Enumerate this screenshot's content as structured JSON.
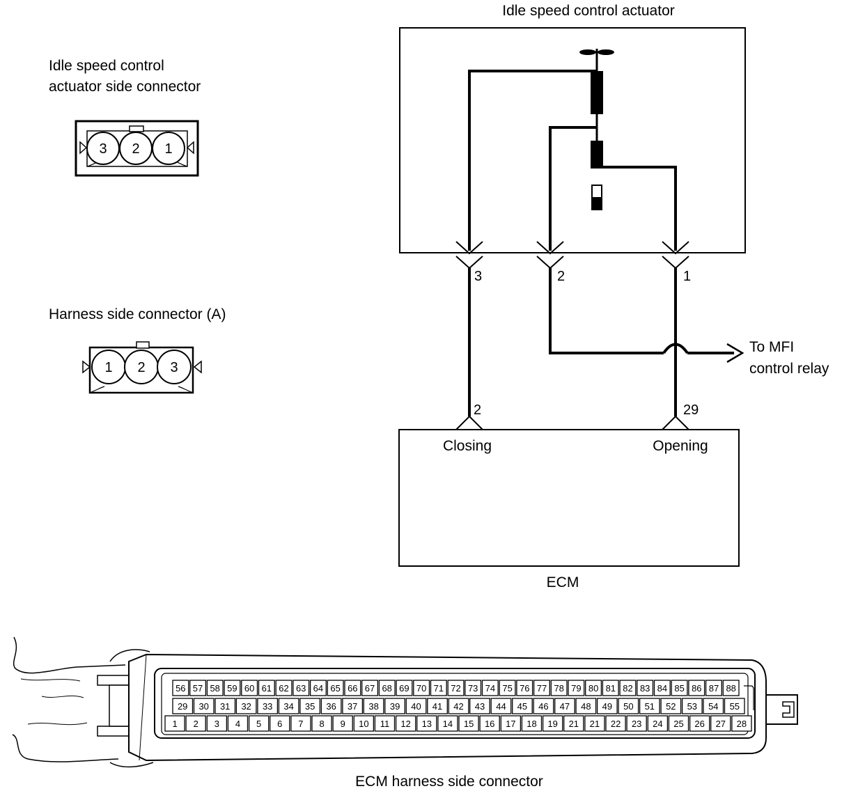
{
  "actuator_side_connector": {
    "title_line1": "Idle speed control",
    "title_line2": "actuator side connector",
    "pins": [
      "3",
      "2",
      "1"
    ]
  },
  "harness_side_connector": {
    "title": "Harness side connector (A)",
    "pins": [
      "1",
      "2",
      "3"
    ]
  },
  "actuator": {
    "title": "Idle speed control actuator",
    "terminals": [
      "3",
      "2",
      "1"
    ]
  },
  "relay_label_line1": "To MFI",
  "relay_label_line2": "control relay",
  "ecm": {
    "title": "ECM",
    "closing_label": "Closing",
    "opening_label": "Opening",
    "closing_pin": "2",
    "opening_pin": "29"
  },
  "ecm_connector": {
    "title": "ECM harness side connector",
    "rows": [
      [
        "56",
        "57",
        "58",
        "59",
        "60",
        "61",
        "62",
        "63",
        "64",
        "65",
        "66",
        "67",
        "68",
        "69",
        "70",
        "71",
        "72",
        "73",
        "74",
        "75",
        "76",
        "77",
        "78",
        "79",
        "80",
        "81",
        "82",
        "83",
        "84",
        "85",
        "86",
        "87",
        "88"
      ],
      [
        "29",
        "30",
        "31",
        "32",
        "33",
        "34",
        "35",
        "36",
        "37",
        "38",
        "39",
        "40",
        "41",
        "42",
        "43",
        "44",
        "45",
        "46",
        "47",
        "48",
        "49",
        "50",
        "51",
        "52",
        "53",
        "54",
        "55"
      ],
      [
        "1",
        "2",
        "3",
        "4",
        "5",
        "6",
        "7",
        "8",
        "9",
        "10",
        "11",
        "12",
        "13",
        "14",
        "15",
        "16",
        "17",
        "18",
        "19",
        "21",
        "21",
        "22",
        "23",
        "24",
        "25",
        "26",
        "27",
        "28"
      ]
    ]
  }
}
